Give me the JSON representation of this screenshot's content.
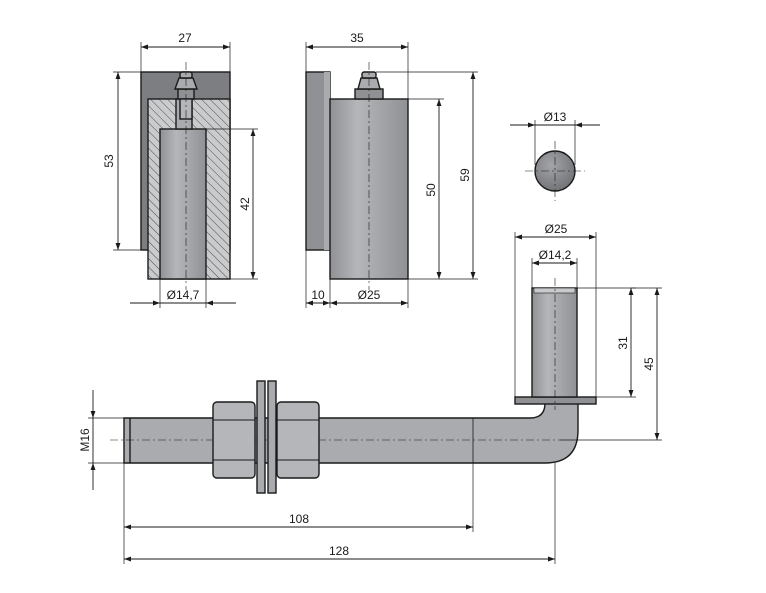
{
  "drawing": {
    "title": "Hinge with grease nipple and bolt-on pin – technical drawing",
    "colors": {
      "steel": "#a9abae",
      "steel_dark": "#7c7e81",
      "steel_light": "#c8cacc",
      "line": "#1a1a1a",
      "hatch": "#4a4a4a",
      "background": "#ffffff"
    },
    "section_view": {
      "width_label": "27",
      "height_label": "53",
      "bore_depth_label": "42",
      "bore_diameter_label": "Ø14,7"
    },
    "side_view": {
      "width_label": "35",
      "total_height_label": "59",
      "body_height_label": "50",
      "plate_thickness_label": "10",
      "body_diameter_label": "Ø25"
    },
    "pin_section": {
      "diameter_label": "Ø13"
    },
    "hinge_pin": {
      "collar_diameter_label": "Ø25",
      "pin_diameter_label": "Ø14,2",
      "pin_length_label": "31",
      "pin_total_label": "45",
      "thread_label": "M16",
      "thread_length_label": "108",
      "total_length_label": "128"
    }
  }
}
